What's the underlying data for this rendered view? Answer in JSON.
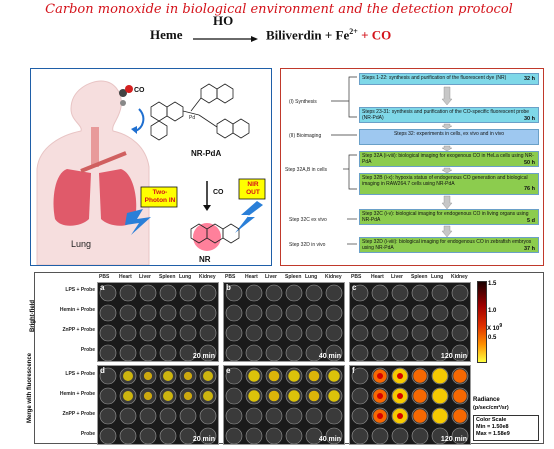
{
  "title": "Carbon monoxide in biological environment and  the detection  protocol",
  "equation": {
    "reactant": "Heme",
    "catalyst": "HO",
    "products": "Biliverdin  +  Fe",
    "charge": "2+",
    "plus": "+",
    "co": "CO"
  },
  "left_panel": {
    "co_label": "CO",
    "probe": "NR-PdA",
    "organ": "Lung",
    "two_photon": "Two-Photon IN",
    "nir": "NIR OUT",
    "co_arrow": "CO",
    "product": "NR",
    "colors": {
      "border": "#1f5fa8",
      "red_text": "#d4121a",
      "yellow_box": "#ffff00"
    }
  },
  "protocol": {
    "stages": [
      "(I) Synthesis",
      "(II) Bioimaging",
      "Step 32A,B in cells",
      "Step 32C ex vivo",
      "Step 32D in vivo"
    ],
    "steps": [
      {
        "text": "Steps 1-22: synthesis and purification of the fluorescent dye (NR)",
        "time": "32 h",
        "color": "#7fd8e8"
      },
      {
        "text": "Steps 23-31: synthesis and purification of the CO-specific fluorescent probe (NR-PdA)",
        "time": "30 h",
        "color": "#7fd8e8"
      },
      {
        "text": "Steps 32: experiments  in cells, ex vivo and in vivo",
        "time": "",
        "color": "#9ec8f0"
      },
      {
        "text": "Step 32A (i-viii): biological imaging for exogenous CO in HeLa cells using NR-PdA",
        "time": "50 h",
        "color": "#8ccc4e"
      },
      {
        "text": "Step 32B (i-x): hypoxia status of endogenous CO generation and biological imaging in RAW264.7 cells using NR-PdA",
        "time": "76 h",
        "color": "#8ccc4e"
      },
      {
        "text": "Step 32C (i-v): biological imaging for endogenous CO in living organs using NR-PdA",
        "time": "5 d",
        "color": "#8ccc4e"
      },
      {
        "text": "Step 32D (i-viii): biological imaging for endogenous CO in zebrafish embryos using NR-PdA",
        "time": "37 h",
        "color": "#8ccc4e"
      }
    ]
  },
  "imaging": {
    "columns": [
      "PBS",
      "Heart",
      "Liver",
      "Spleen",
      "Lung",
      "Kidney"
    ],
    "rows": [
      "LPS + Probe",
      "Hemin + Probe",
      "ZnPP + Probe",
      "Probe"
    ],
    "row_groups": [
      "Bright-field",
      "Merge with fluorescence"
    ],
    "panels": [
      {
        "letter": "a",
        "time": "20 min"
      },
      {
        "letter": "b",
        "time": "40 min"
      },
      {
        "letter": "c",
        "time": "120 min"
      },
      {
        "letter": "d",
        "time": "20 min"
      },
      {
        "letter": "e",
        "time": "40 min"
      },
      {
        "letter": "f",
        "time": "120 min"
      }
    ],
    "colorbar": {
      "ticks": [
        "1.5",
        "1.0",
        "0.5"
      ],
      "unit": "X 10",
      "exp": "9",
      "label": "Radiance",
      "label2": "(p/sec/cm²/sr)",
      "scale_title": "Color Scale",
      "min": "Min = 1.50e8",
      "max": "Max = 1.58e9"
    }
  }
}
